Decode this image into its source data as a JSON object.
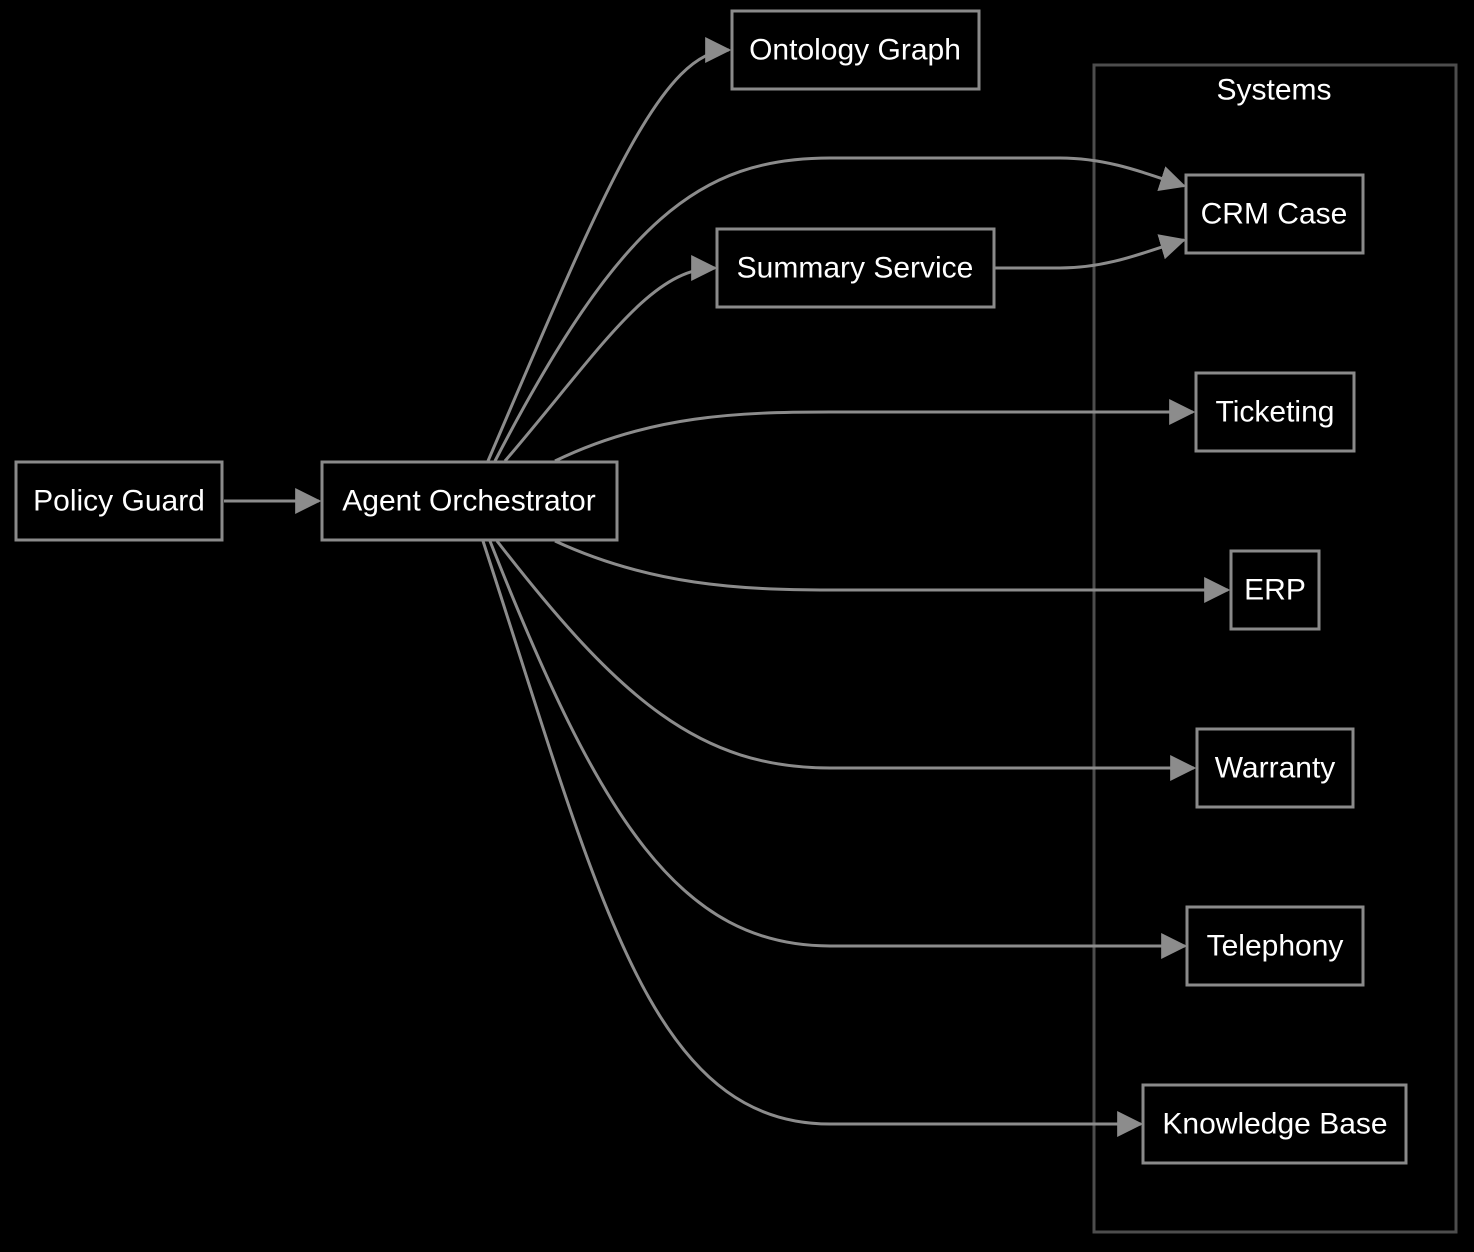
{
  "diagram": {
    "group": {
      "label": "Systems"
    },
    "nodes": {
      "policy_guard": "Policy Guard",
      "agent_orchestrator": "Agent Orchestrator",
      "ontology_graph": "Ontology Graph",
      "summary_service": "Summary Service",
      "crm_case": "CRM Case",
      "ticketing": "Ticketing",
      "erp": "ERP",
      "warranty": "Warranty",
      "telephony": "Telephony",
      "knowledge_base": "Knowledge Base"
    },
    "edges": [
      {
        "from": "Policy Guard",
        "to": "Agent Orchestrator"
      },
      {
        "from": "Agent Orchestrator",
        "to": "Ontology Graph"
      },
      {
        "from": "Agent Orchestrator",
        "to": "CRM Case"
      },
      {
        "from": "Agent Orchestrator",
        "to": "Summary Service"
      },
      {
        "from": "Summary Service",
        "to": "CRM Case"
      },
      {
        "from": "Agent Orchestrator",
        "to": "Ticketing"
      },
      {
        "from": "Agent Orchestrator",
        "to": "ERP"
      },
      {
        "from": "Agent Orchestrator",
        "to": "Warranty"
      },
      {
        "from": "Agent Orchestrator",
        "to": "Telephony"
      },
      {
        "from": "Agent Orchestrator",
        "to": "Knowledge Base"
      }
    ],
    "colors": {
      "background": "#000000",
      "node_border": "#8a8a8a",
      "group_border": "#4d4d4d",
      "edge": "#8c8c8c",
      "text": "#ffffff"
    }
  }
}
